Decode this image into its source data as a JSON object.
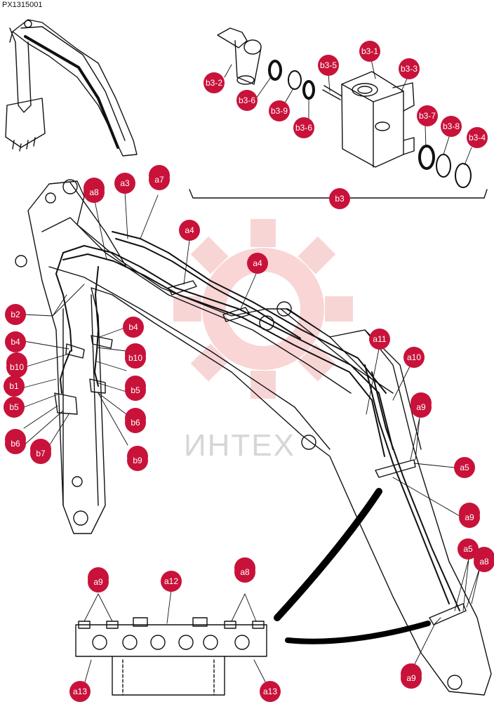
{
  "page_code": "PX1315001",
  "watermark_text": "ИНТЕХ",
  "colors": {
    "callout": "#c8123a",
    "callout_text": "#ffffff",
    "line": "#111111",
    "watermark": "#f2a6a6"
  },
  "callouts": [
    {
      "id": "c01",
      "label": "b3-2"
    },
    {
      "id": "c02",
      "label": "b3-6"
    },
    {
      "id": "c03",
      "label": "b3-9"
    },
    {
      "id": "c04",
      "label": "b3-6"
    },
    {
      "id": "c05",
      "label": "b3-5"
    },
    {
      "id": "c06",
      "label": "b3-1"
    },
    {
      "id": "c07",
      "label": "b3-3"
    },
    {
      "id": "c08",
      "label": "b3-7"
    },
    {
      "id": "c09",
      "label": "b3-8"
    },
    {
      "id": "c10",
      "label": "b3-4"
    },
    {
      "id": "c11",
      "label": "b3"
    },
    {
      "id": "c12",
      "label": "a8"
    },
    {
      "id": "c13",
      "label": "a3"
    },
    {
      "id": "c14",
      "label": "a7"
    },
    {
      "id": "c15",
      "label": "a4"
    },
    {
      "id": "c16",
      "label": "a4"
    },
    {
      "id": "c17",
      "label": "b2"
    },
    {
      "id": "c18",
      "label": "b4"
    },
    {
      "id": "c19",
      "label": "b10"
    },
    {
      "id": "c20",
      "label": "b1"
    },
    {
      "id": "c21",
      "label": "b5"
    },
    {
      "id": "c22",
      "label": "b6"
    },
    {
      "id": "c23",
      "label": "b7"
    },
    {
      "id": "c24",
      "label": "b4"
    },
    {
      "id": "c25",
      "label": "b10"
    },
    {
      "id": "c26",
      "label": "b5"
    },
    {
      "id": "c27",
      "label": "b6"
    },
    {
      "id": "c28",
      "label": "b9"
    },
    {
      "id": "c29",
      "label": "a11"
    },
    {
      "id": "c30",
      "label": "a10"
    },
    {
      "id": "c31",
      "label": "a9"
    },
    {
      "id": "c32",
      "label": "a5"
    },
    {
      "id": "c33",
      "label": "a9"
    },
    {
      "id": "c34",
      "label": "a5"
    },
    {
      "id": "c35",
      "label": "a8"
    },
    {
      "id": "c36",
      "label": "a9"
    },
    {
      "id": "c37",
      "label": "a12"
    },
    {
      "id": "c38",
      "label": "a8"
    },
    {
      "id": "c39",
      "label": "a13"
    },
    {
      "id": "c40",
      "label": "a13"
    },
    {
      "id": "c41",
      "label": "a9"
    }
  ]
}
